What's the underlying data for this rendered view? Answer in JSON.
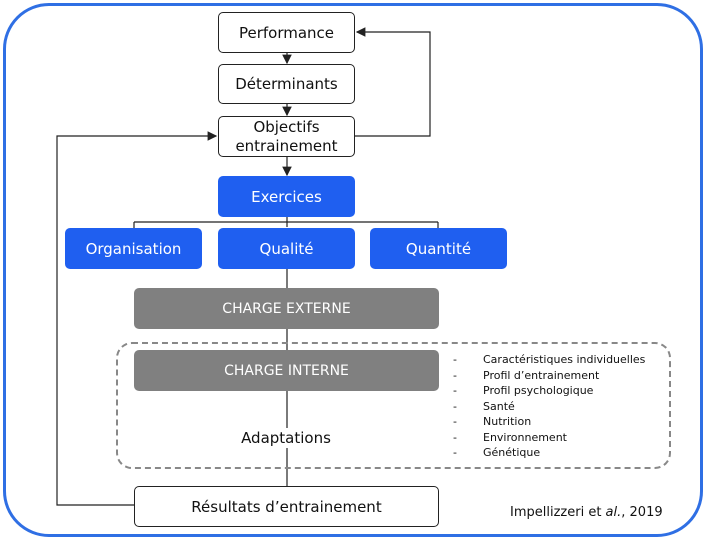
{
  "diagram": {
    "nodes": {
      "performance": "Performance",
      "determinants": "Déterminants",
      "objectives_line1": "Objectifs",
      "objectives_line2": "entrainement",
      "exercises": "Exercices",
      "organisation": "Organisation",
      "quality": "Qualité",
      "quantity": "Quantité",
      "external_load": "CHARGE EXTERNE",
      "internal_load": "CHARGE INTERNE",
      "adaptations": "Adaptations",
      "results": "Résultats d’entrainement"
    },
    "factors": [
      "Caractéristiques individuelles",
      "Profil d’entrainement",
      "Profil psychologique",
      "Santé",
      "Nutrition",
      "Environnement",
      "Génétique"
    ],
    "citation": {
      "authors": "Impellizzeri et ",
      "etal": "al.",
      "year": ", 2019"
    }
  },
  "colors": {
    "frame": "#2f6fe4",
    "blue_box": "#1f5ff0",
    "grey_box": "#808080",
    "dashed_border": "#888888"
  }
}
